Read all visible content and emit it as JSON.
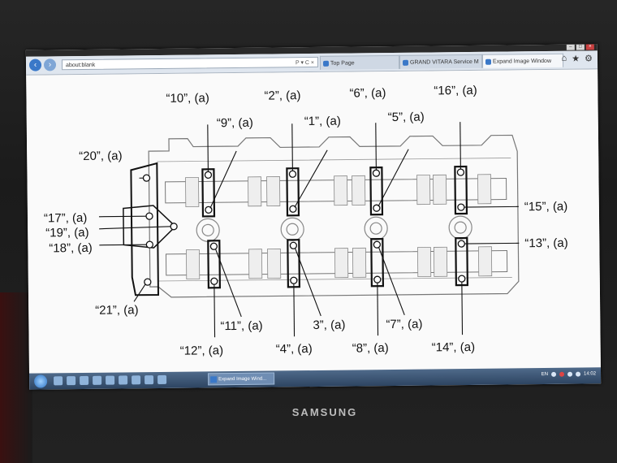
{
  "monitor": {
    "brand": "SAMSUNG"
  },
  "window_controls": [
    "–",
    "□",
    "×"
  ],
  "browser": {
    "address": "about:blank",
    "address_icons": "P ▾ C ×",
    "tabs": [
      {
        "label": "Top Page",
        "active": false
      },
      {
        "label": "GRAND VITARA Service M",
        "active": false
      },
      {
        "label": "Expand Image Window",
        "active": true
      }
    ],
    "toolbar_icons": [
      "home-icon",
      "favorites-star-icon",
      "settings-gear-icon"
    ]
  },
  "diagram": {
    "labels": {
      "l10": "“10”, (a)",
      "l2": "“2”, (a)",
      "l6": "“6”, (a)",
      "l16": "“16”, (a)",
      "l9": "“9”, (a)",
      "l1": "“1”, (a)",
      "l5": "“5”, (a)",
      "l20": "“20”, (a)",
      "l17": "“17”, (a)",
      "l19": "“19”, (a)",
      "l18": "“18”, (a)",
      "l15": "“15”, (a)",
      "l13": "“13”, (a)",
      "l21": "“21”, (a)",
      "l11": "“11”, (a)",
      "l3": "3”, (a)",
      "l7": "“7”, (a)",
      "l12": "“12”, (a)",
      "l4": "“4”, (a)",
      "l8": "“8”, (a)",
      "l14": "“14”, (a)"
    }
  },
  "taskbar": {
    "task_label": "Expand Image Wind...",
    "tray_text": "EN",
    "clock": "14:02"
  }
}
